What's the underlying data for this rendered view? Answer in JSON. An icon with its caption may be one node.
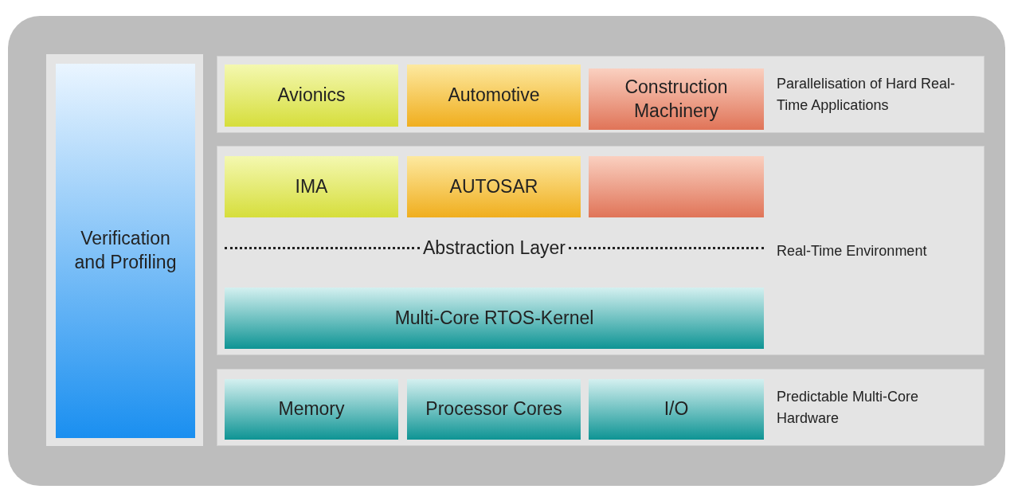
{
  "diagram": {
    "nodes": [
      {
        "text": [
          "Verification and Profiling"
        ]
      },
      {
        "text": [
          "Parallelisation of Hard Real-Time Applications"
        ]
      },
      {
        "text": [
          "Avionics"
        ],
        "in": 1
      },
      {
        "text": [
          "Automotive"
        ],
        "in": 1
      },
      {
        "text": [
          "Construction Machinery"
        ],
        "in": 1
      },
      {
        "text": [
          "Real-Time Environment"
        ]
      },
      {
        "text": [
          "IMA"
        ],
        "in": 5
      },
      {
        "text": [
          "AUTOSAR"
        ],
        "in": 5
      },
      {
        "text": [],
        "shape": "box",
        "in": 5
      },
      {
        "text": [
          "Multi-Core RTOS-Kernel"
        ],
        "in": 5
      },
      {
        "text": [
          "Predictable Multi-Core Hardware"
        ]
      },
      {
        "text": [
          "Memory"
        ],
        "in": 10
      },
      {
        "text": [
          "Processor Cores"
        ],
        "in": 10
      },
      {
        "text": [
          "I/O"
        ],
        "in": 10
      }
    ],
    "labels": [
      "Abstraction Layer"
    ]
  }
}
